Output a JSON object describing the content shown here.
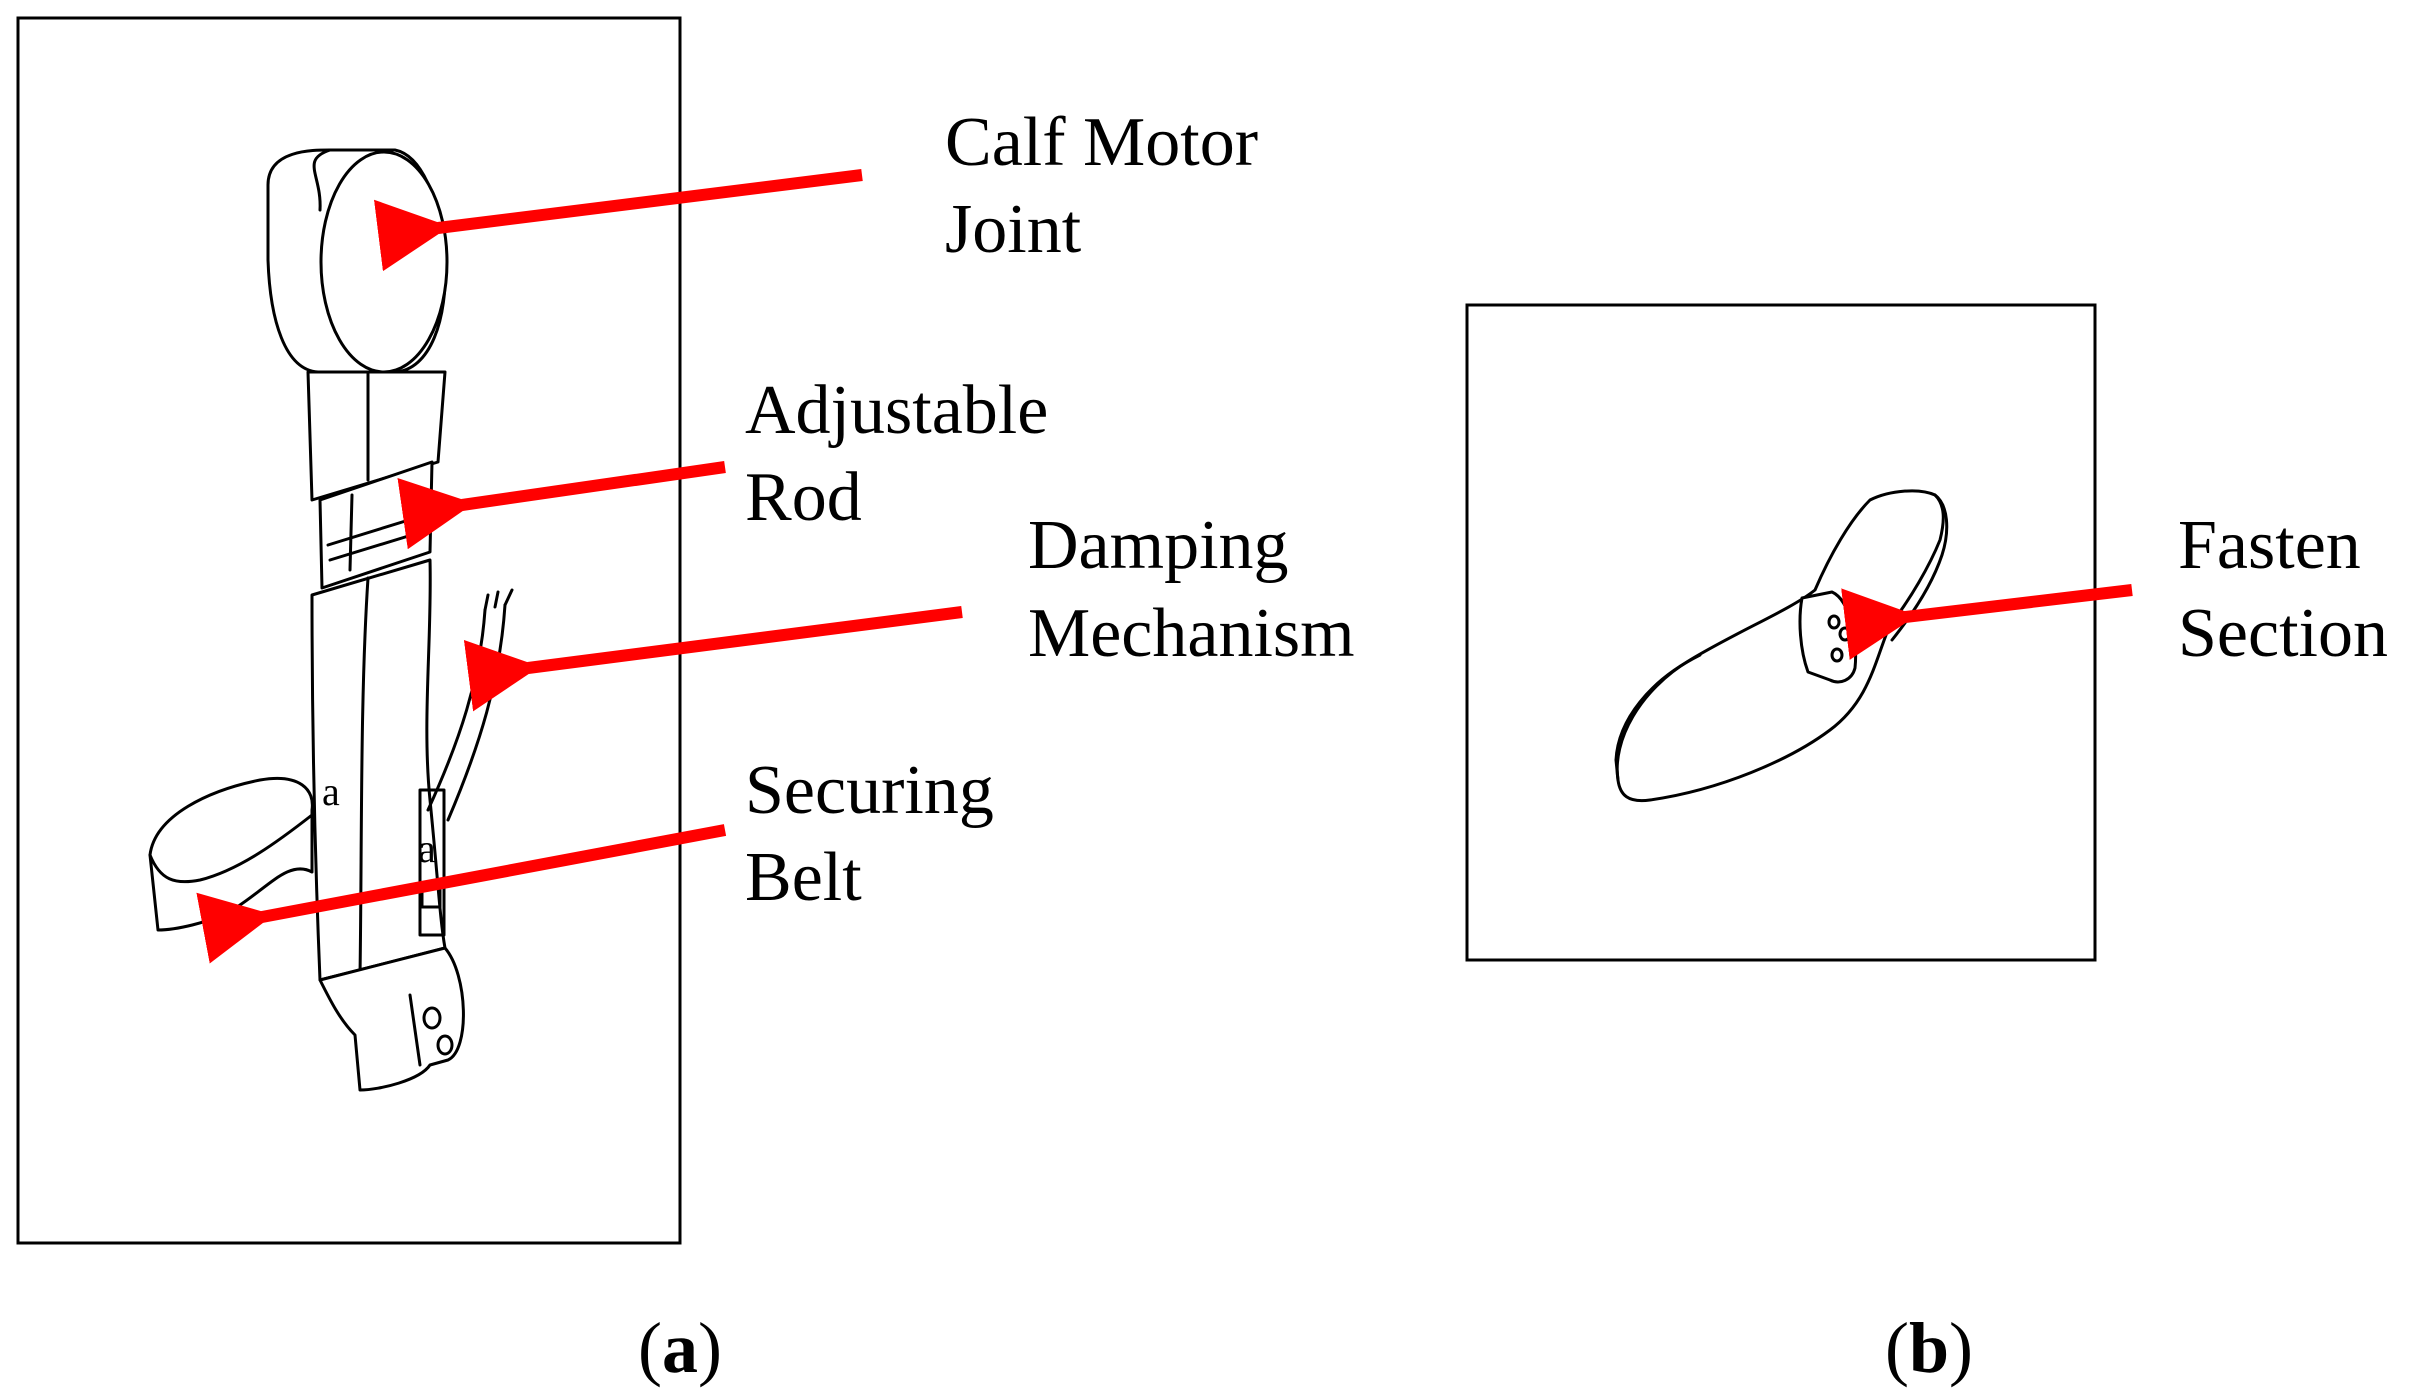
{
  "panel_a": {
    "labels": {
      "calf_motor_joint": [
        "Calf Motor",
        "Joint"
      ],
      "adjustable_rod": [
        "Adjustable",
        "Rod"
      ],
      "damping_mechanism": [
        "Damping",
        "Mechanism"
      ],
      "securing_belt": [
        "Securing",
        "Belt"
      ]
    },
    "caption": {
      "open": "(",
      "letter": "a",
      "close": ")"
    }
  },
  "panel_b": {
    "labels": {
      "fasten_section": [
        "Fasten",
        "Section"
      ]
    },
    "caption": {
      "open": "(",
      "letter": "b",
      "close": ")"
    }
  },
  "colors": {
    "arrow": "#ff0000",
    "line": "#000000",
    "background": "#ffffff"
  }
}
